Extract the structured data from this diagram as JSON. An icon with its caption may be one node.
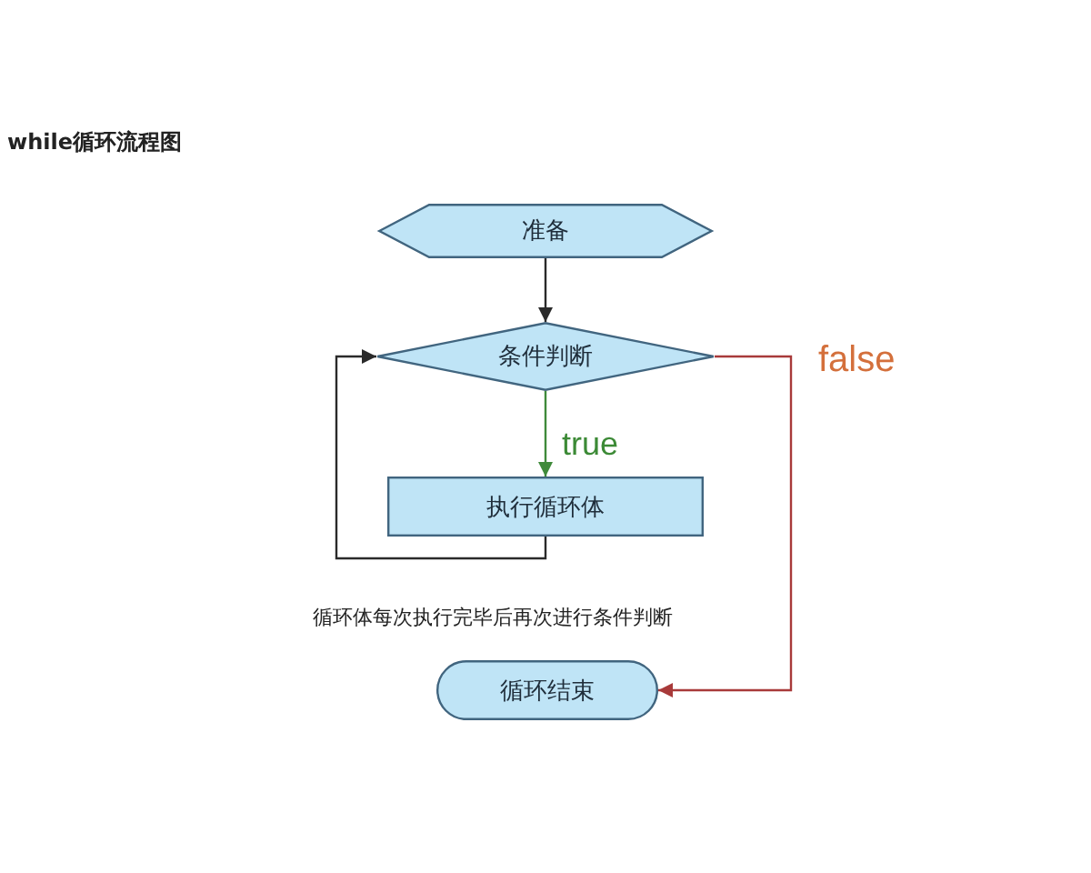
{
  "diagram": {
    "title": "while循环流程图",
    "nodes": [
      {
        "text": [
          "准备"
        ]
      },
      {
        "text": [
          "条件判断"
        ]
      },
      {
        "text": [
          "执行循环体"
        ]
      },
      {
        "text": [
          "循环结束"
        ]
      }
    ],
    "edges": [
      {
        "from": 0,
        "to": 1,
        "arrow": "to"
      },
      {
        "from": 1,
        "to": 2,
        "arrow": "to",
        "label": "true",
        "color": "#3f8a3a"
      },
      {
        "from": 2,
        "to": 1,
        "arrow": "to"
      },
      {
        "from": 1,
        "to": 3,
        "arrow": "to",
        "label": "false",
        "color": "#a83a3a"
      }
    ],
    "labels": [
      "循环体每次执行完毕后再次进行条件判断"
    ]
  }
}
